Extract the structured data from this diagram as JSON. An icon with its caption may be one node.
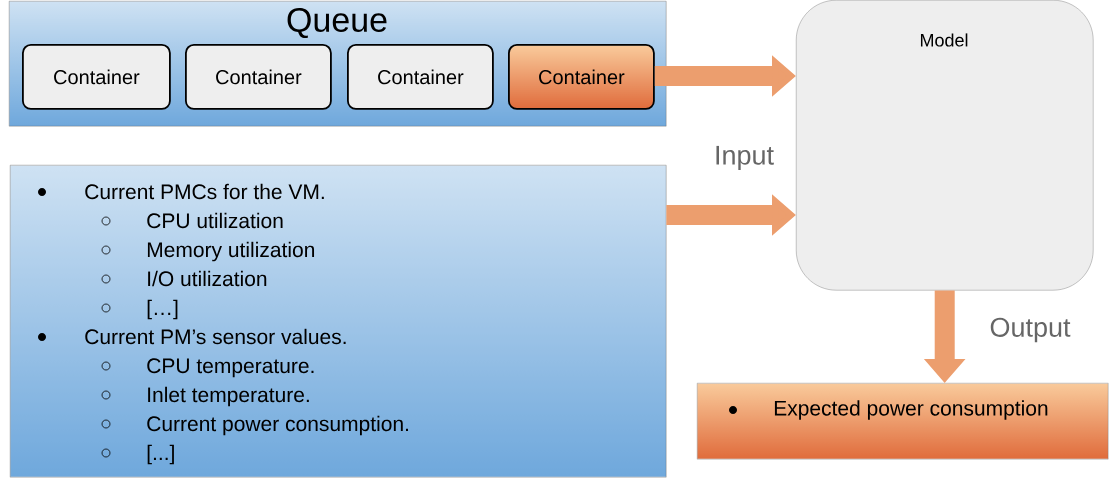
{
  "diagram": {
    "nodes": [
      {
        "text": [
          "Queue"
        ]
      },
      {
        "text": [
          "Container"
        ],
        "in": 0
      },
      {
        "text": [
          "Container"
        ],
        "in": 0
      },
      {
        "text": [
          "Container"
        ],
        "in": 0
      },
      {
        "text": [
          "Container"
        ],
        "in": 0
      },
      {
        "text": [
          "Current PMCs for the VM.",
          "CPU utilization",
          "Memory utilization",
          "I/O utilization",
          "[…]",
          "Current PM’s sensor values.",
          "CPU temperature.",
          "Inlet temperature.",
          "Current power consumption.",
          "[...]"
        ]
      },
      {
        "text": [
          "Model"
        ]
      },
      {
        "text": [
          "Expected power consumption"
        ]
      }
    ],
    "edges": [
      {
        "from": 4,
        "to": 6,
        "arrow": "to"
      },
      {
        "from": 5,
        "to": 6,
        "arrow": "to"
      },
      {
        "from": 6,
        "to": 7,
        "arrow": "to"
      }
    ],
    "labels": [
      "Input",
      "Output"
    ]
  }
}
